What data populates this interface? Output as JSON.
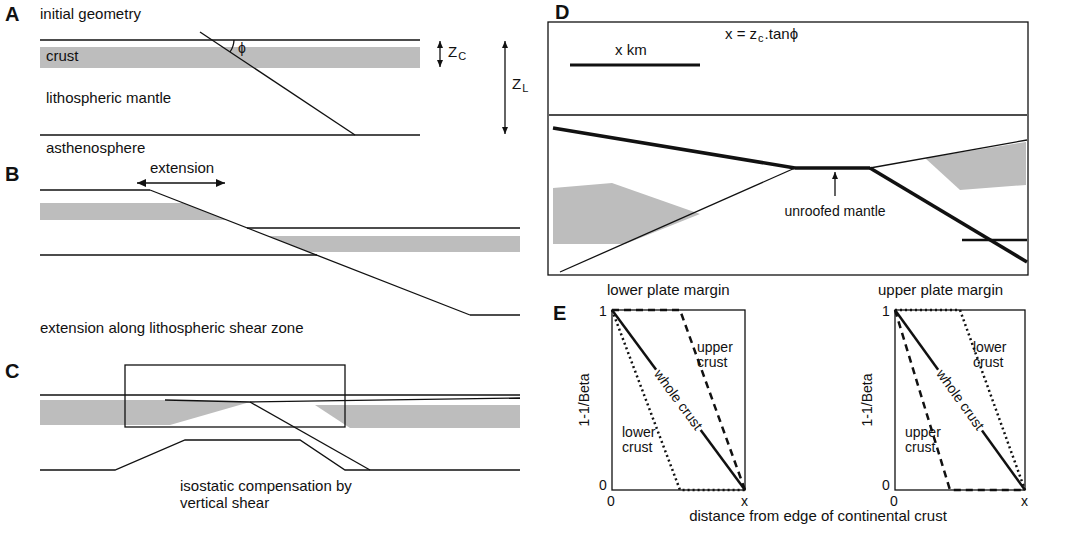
{
  "diagram": {
    "labels": [
      "A",
      "initial geometry",
      "crust",
      "ϕ",
      "Z",
      "C",
      "Z",
      "L",
      "lithospheric mantle",
      "asthenosphere",
      "B",
      "extension",
      "extension along lithospheric shear zone",
      "C",
      "isostatic compensation by vertical shear",
      "D",
      "x km",
      "x = z",
      "c",
      ".tanϕ",
      "unroofed mantle",
      "lower plate margin",
      "upper plate margin",
      "E",
      "1-1/Beta",
      "1",
      "0",
      "0",
      "x",
      "upper crust",
      "whole crust",
      "lower crust",
      "1-1/Beta",
      "1",
      "0",
      "0",
      "x",
      "lower crust",
      "whole crust",
      "upper crust",
      "distance from edge of continental crust"
    ]
  }
}
